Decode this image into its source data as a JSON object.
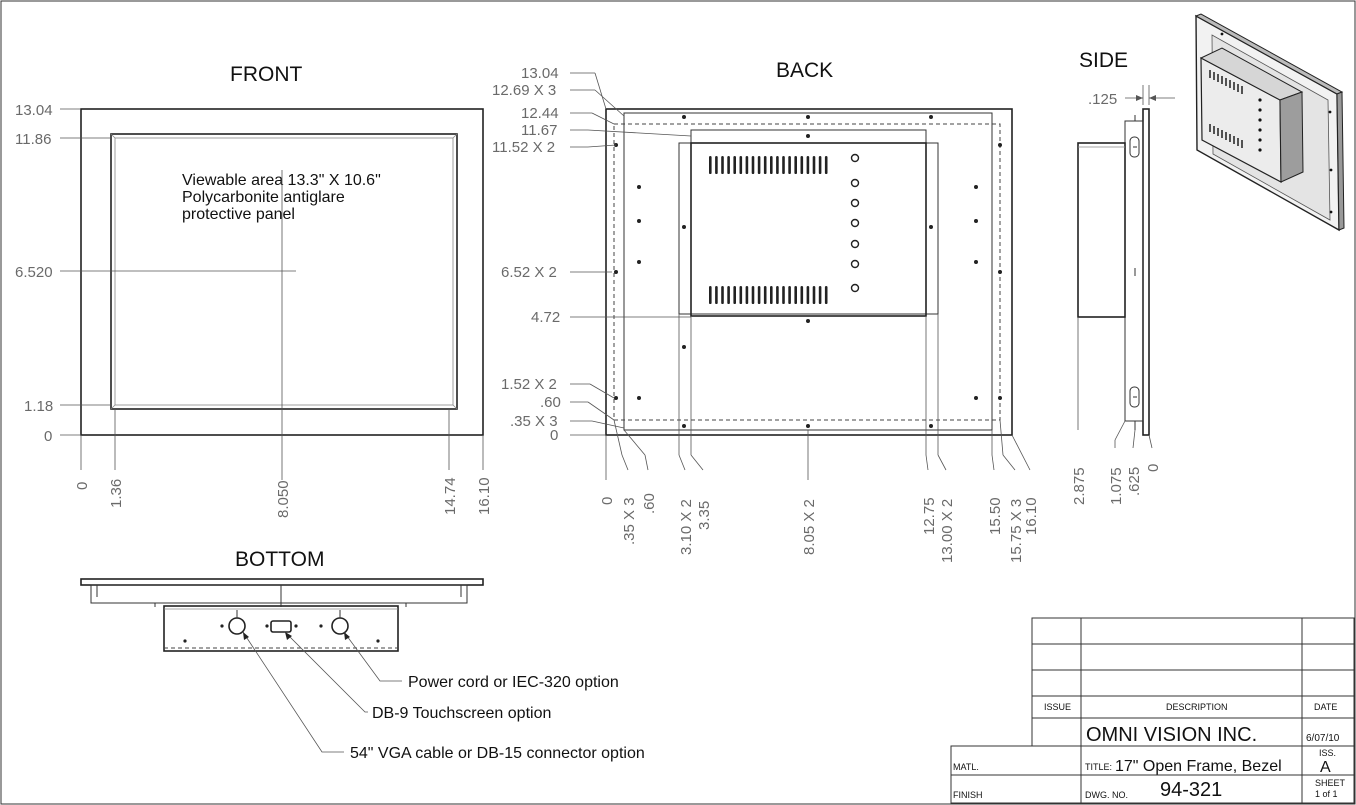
{
  "views": {
    "front": "FRONT",
    "back": "BACK",
    "side": "SIDE",
    "bottom": "BOTTOM"
  },
  "front": {
    "note_lines": [
      "Viewable area 13.3\" X 10.6\"",
      "Polycarbonite antiglare",
      "protective panel"
    ],
    "left_dims": [
      "13.04",
      "11.86",
      "6.520",
      "1.18",
      "0"
    ],
    "bottom_dims": [
      "0",
      "1.36",
      "8.050",
      "14.74",
      "16.10"
    ]
  },
  "back": {
    "left_dims": [
      "13.04",
      "12.69 X 3",
      "12.44",
      "11.67",
      "11.52 X 2",
      "6.52 X 2",
      "4.72",
      "1.52 X 2",
      ".60",
      ".35 X 3",
      "0"
    ],
    "bottom_dims": [
      "0",
      ".35 X 3",
      ".60",
      "3.10 X 2",
      "3.35",
      "8.05 X 2",
      "12.75",
      "13.00 X 2",
      "15.50",
      "15.75 X 3",
      "16.10"
    ]
  },
  "side": {
    "top_dim": ".125",
    "bottom_dims": [
      "2.875",
      "1.075",
      ".625",
      "0"
    ]
  },
  "bottom": {
    "callouts": [
      "Power cord or IEC-320 option",
      "DB-9 Touchscreen option",
      "54\" VGA cable or DB-15 connector option"
    ]
  },
  "title_block": {
    "issue_label": "ISSUE",
    "description_label": "DESCRIPTION",
    "date_label": "DATE",
    "company": "OMNI VISION INC.",
    "date": "6/07/10",
    "iss_label": "ISS.",
    "iss_value": "A",
    "matl_label": "MATL.",
    "title_label": "TITLE:",
    "title_value": "17\" Open Frame, Bezel",
    "finish_label": "FINISH",
    "dwg_label": "DWG. NO.",
    "dwg_value": "94-321",
    "sheet_label": "SHEET",
    "sheet_value": "1 of 1"
  }
}
